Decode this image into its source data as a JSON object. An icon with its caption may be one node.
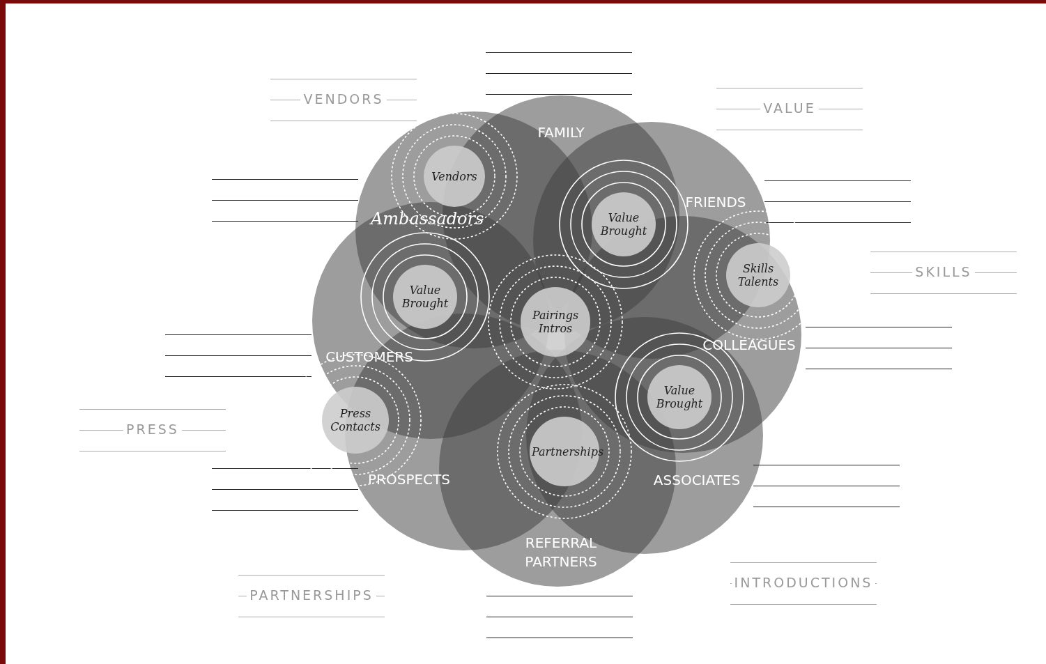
{
  "diagram": {
    "nodes": [
      {
        "text": [
          "FAMILY"
        ]
      },
      {
        "text": [
          "FRIENDS"
        ]
      },
      {
        "text": [
          "COLLEAGUES"
        ]
      },
      {
        "text": [
          "ASSOCIATES"
        ]
      },
      {
        "text": [
          "REFERRAL PARTNERS"
        ]
      },
      {
        "text": [
          "PROSPECTS"
        ]
      },
      {
        "text": [
          "CUSTOMERS"
        ]
      },
      {
        "text": [
          "Ambassadors"
        ]
      },
      {
        "text": [
          "Vendors"
        ],
        "in": 7
      },
      {
        "text": [
          "Value Brought"
        ]
      },
      {
        "text": [
          "Skills Talents"
        ],
        "in": 2
      },
      {
        "text": [
          "Value Brought"
        ]
      },
      {
        "text": [
          "Partnerships"
        ]
      },
      {
        "text": [
          "Press Contacts"
        ]
      },
      {
        "text": [
          "Value Brought"
        ]
      },
      {
        "text": [
          "Pairings Intros"
        ]
      }
    ],
    "labels": [
      "VENDORS",
      "VALUE",
      "SKILLS",
      "PRESS",
      "PARTNERSHIPS",
      "INTRODUCTIONS"
    ]
  }
}
